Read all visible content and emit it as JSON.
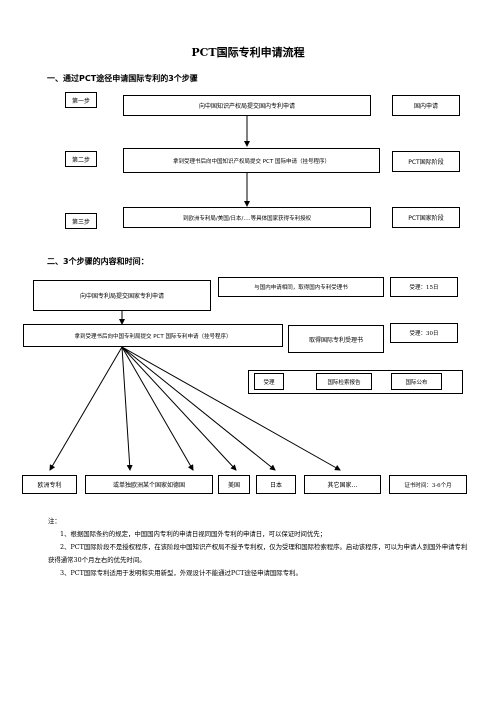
{
  "title": "PCT国际专利申请流程",
  "section1": {
    "heading": "一、通过PCT途径申请国际专利的3个步骤",
    "steps": [
      {
        "step": "第一步",
        "action": "向中国知识产权局提交国内专利申请",
        "stage": "国内申请"
      },
      {
        "step": "第二步",
        "action": "拿到受理书后向中国知识产权局提交 PCT 国际申请（挂号程序）",
        "stage": "PCT国际阶段"
      },
      {
        "step": "第三步",
        "action": "到欧洲专利局/美国/日本/….等具体国家获得专利授权",
        "stage": "PCT国家阶段"
      }
    ]
  },
  "section2": {
    "heading": "二、3个步骤的内容和时间：",
    "submit_domestic": "向中国专利局提交国家专利申请",
    "same_as_domestic": "与国内申请相同，取得国内专利受理书",
    "accept_time_1": "受理：15日",
    "submit_pct": "拿到受理书后向中国专利局提交 PCT 国际专利申请（挂号程序）",
    "get_intl_receipt": "取得国际专利受理书",
    "accept_time_2": "受理：30日",
    "flow": [
      "受理",
      "国际检索报告",
      "国际公布"
    ],
    "destinations": [
      "欧洲专利",
      "或单独欧洲某个国家如德国",
      "美国",
      "日本",
      "其它国家…"
    ],
    "cert_time": "证书时间：3-6个月"
  },
  "notes": {
    "label": "注：",
    "items": [
      "1、根据国际条约的规定，中国国内专利的申请日视同国外专利的申请日，可以保证时间优先；",
      "2、PCT国际阶段不是授权程序，在该阶段中国知识产权局不授予专利权，仅为受理和国际检索程序。启动该程序，可以为申请人到国外申请专利获得通常30个月左右的优先时间。",
      "3、PCT国际专利适用于发明和实用新型，外观设计不能通过PCT途径申请国际专利。"
    ]
  }
}
